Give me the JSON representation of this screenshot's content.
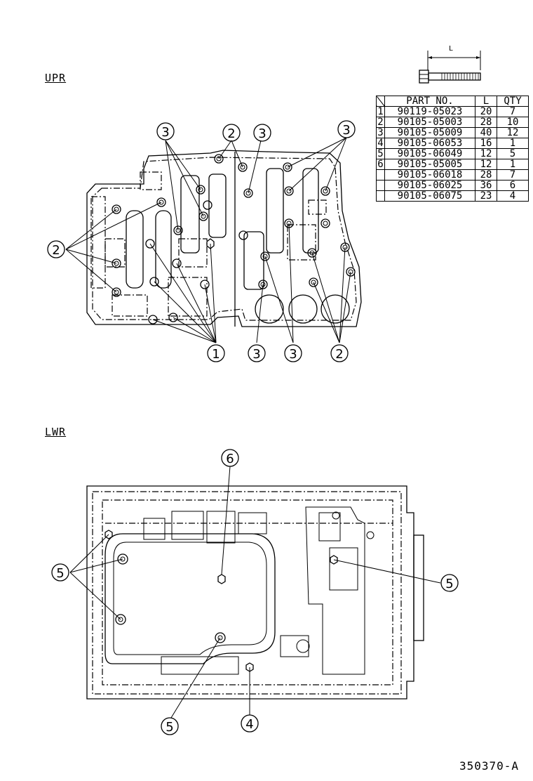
{
  "labels": {
    "upper": "UPR",
    "lower": "LWR",
    "figure_id": "350370-A",
    "bolt_length": "L"
  },
  "table": {
    "headers": {
      "index": "",
      "part_no": "PART NO.",
      "length": "L",
      "qty": "QTY"
    },
    "rows": [
      {
        "idx": "1",
        "part_no": "90119-05023",
        "l": "20",
        "qty": "7"
      },
      {
        "idx": "2",
        "part_no": "90105-05003",
        "l": "28",
        "qty": "10"
      },
      {
        "idx": "3",
        "part_no": "90105-05009",
        "l": "40",
        "qty": "12"
      },
      {
        "idx": "4",
        "part_no": "90105-06053",
        "l": "16",
        "qty": "1"
      },
      {
        "idx": "5",
        "part_no": "90105-06049",
        "l": "12",
        "qty": "5"
      },
      {
        "idx": "6",
        "part_no": "90105-05005",
        "l": "12",
        "qty": "1"
      },
      {
        "idx": "",
        "part_no": "90105-06018",
        "l": "28",
        "qty": "7"
      },
      {
        "idx": "",
        "part_no": "90105-06025",
        "l": "36",
        "qty": "6"
      },
      {
        "idx": "",
        "part_no": "90105-06075",
        "l": "23",
        "qty": "4"
      }
    ]
  },
  "callouts": {
    "upper": [
      "3",
      "2",
      "3",
      "3",
      "2",
      "1",
      "3",
      "3",
      "2"
    ],
    "lower": [
      "6",
      "5",
      "5",
      "5",
      "4"
    ]
  }
}
